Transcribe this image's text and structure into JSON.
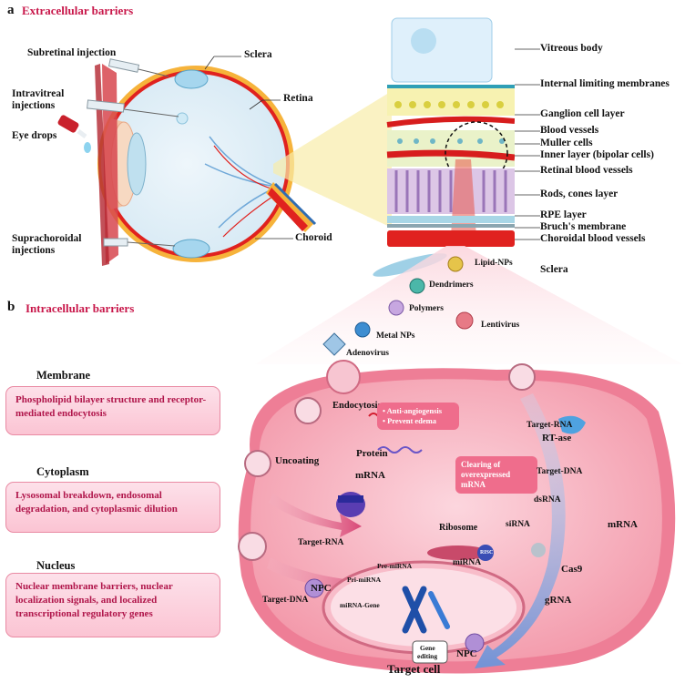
{
  "panel_a": {
    "letter": "a",
    "title": "Extracellular barriers",
    "eye_labels": {
      "subretinal": "Subretinal injection",
      "intravitreal": "Intravitreal injections",
      "eye_drops": "Eye drops",
      "suprachoroidal": "Suprachoroidal injections",
      "sclera": "Sclera",
      "retina": "Retina",
      "choroid": "Choroid"
    },
    "layer_labels": {
      "vitreous": "Vitreous body",
      "ilm": "Internal limiting membranes",
      "ganglion": "Ganglion cell layer",
      "blood_vessels": "Blood vessels",
      "muller": "Muller cells",
      "inner_layer": "Inner layer (bipolar cells)",
      "retinal_vessels": "Retinal blood vessels",
      "rods_cones": "Rods, cones layer",
      "rpe": "RPE layer",
      "bruch": "Bruch's membrane",
      "choroidal_vessels": "Choroidal blood vessels",
      "sclera": "Sclera"
    },
    "vectors": {
      "lipid": "Lipid-NPs",
      "dendrimers": "Dendrimers",
      "polymers": "Polymers",
      "metal": "Metal NPs",
      "lentivirus": "Lentivirus",
      "adenovirus": "Adenovirus"
    }
  },
  "panel_b": {
    "letter": "b",
    "title": "Intracellular barriers",
    "sidebar": [
      {
        "heading": "Membrane",
        "text": "Phospholipid bilayer structure and receptor-mediated endocytosis"
      },
      {
        "heading": "Cytoplasm",
        "text": "Lysosomal breakdown, endosomal degradation, and cytoplasmic dilution"
      },
      {
        "heading": "Nucleus",
        "text": "Nuclear membrane barriers, nuclear localization signals, and localized transcriptional regulatory genes"
      }
    ],
    "cell": {
      "endocytosis": "Endocytosis",
      "uncoating": "Uncoating",
      "protein": "Protein",
      "mrna_left": "mRNA",
      "effect_1": "Anti-angiogensis",
      "effect_2": "Prevent edema",
      "target_rna_left": "Target-RNA",
      "target_dna_left": "Target-DNA",
      "npc_left": "NPC",
      "npc_right": "NPC",
      "ribosome": "Ribosome",
      "pre_mirna": "Pre-miRNA",
      "pri_mirna": "Pri-miRNA",
      "mirna_gene": "miRNA-Gene",
      "mirna": "miRNA",
      "risc": "RISC",
      "gene_editing_1": "Gene",
      "gene_editing_2": "editing",
      "clearing": "Clearing of overexpressed mRNA",
      "target_rna_right": "Target-RNA",
      "rt_ase": "RT-ase",
      "target_dna_right": "Target-DNA",
      "dsrna": "dsRNA",
      "sirna": "siRNA",
      "mrna_right": "mRNA",
      "cas9": "Cas9",
      "grna": "gRNA",
      "target_cell": "Target cell"
    }
  },
  "colors": {
    "accent": "#c8174a",
    "cell_fill": "#f4a2b1",
    "cell_border": "#e06f86",
    "pill": "#ef6d8c",
    "retina_red": "#e0221f"
  }
}
